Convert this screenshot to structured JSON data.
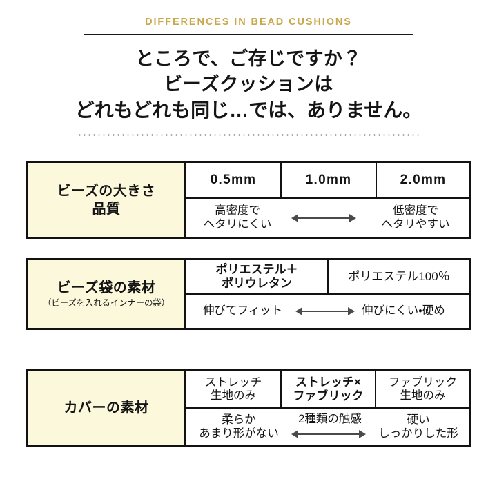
{
  "header": {
    "eyebrow": "DIFFERENCES IN BEAD CUSHIONS",
    "accent_color": "#c9a84c",
    "rule_color": "#1a1a1a"
  },
  "headline": {
    "line1": "ところで、ご存じですか？",
    "line2": "ビーズクッションは",
    "line3": "どれもどれも同じ…では、ありません。"
  },
  "palette": {
    "page_background": "#ffffff",
    "label_cell_background": "#fcf8dc",
    "border": "#121212",
    "arrow": "#4a4a4a",
    "text": "#141414"
  },
  "tables": [
    {
      "label_main": "ビーズの大きさ",
      "label_main2": "品質",
      "label_sub": "",
      "options": [
        {
          "text": "0.5mm",
          "bold": true
        },
        {
          "text": "1.0mm",
          "bold": true
        },
        {
          "text": "2.0mm",
          "bold": true
        }
      ],
      "desc_left_line1": "高密度で",
      "desc_left_line2": "ヘタリにくい",
      "desc_center": "",
      "desc_right_line1": "低密度で",
      "desc_right_line2": "ヘタリやすい"
    },
    {
      "label_main": "ビーズ袋の素材",
      "label_main2": "",
      "label_sub": "（ビーズを入れるインナーの袋）",
      "options": [
        {
          "text": "ポリエステル＋",
          "text2": "ポリウレタン",
          "bold": true
        },
        {
          "text": "ポリエステル100％",
          "text2": "",
          "bold": false
        }
      ],
      "desc_left_line1": "伸びてフィット",
      "desc_left_line2": "",
      "desc_center": "",
      "desc_right_line1": "伸びにくい・硬め",
      "desc_right_line2": ""
    },
    {
      "label_main": "カバーの素材",
      "label_main2": "",
      "label_sub": "",
      "options": [
        {
          "text": "ストレッチ",
          "text2": "生地のみ",
          "bold": false
        },
        {
          "text": "ストレッチ×",
          "text2": "ファブリック",
          "bold": true
        },
        {
          "text": "ファブリック",
          "text2": "生地のみ",
          "bold": false
        }
      ],
      "desc_left_line1": "柔らか",
      "desc_left_line2": "あまり形がない",
      "desc_center": "2種類の触感",
      "desc_right_line1": "硬い",
      "desc_right_line2": "しっかりした形"
    }
  ]
}
